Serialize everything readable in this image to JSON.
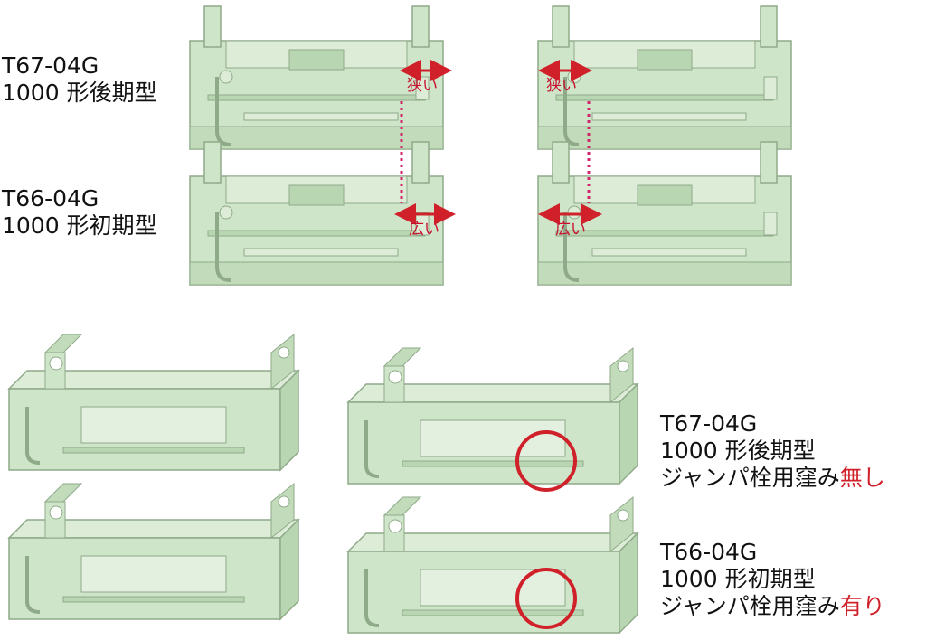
{
  "top_labels": [
    {
      "code": "T67-04G",
      "name": "1000 形後期型"
    },
    {
      "code": "T66-04G",
      "name": "1000 形初期型"
    }
  ],
  "gap_labels": {
    "narrow": "狭い",
    "wide": "広い"
  },
  "bottom_labels": [
    {
      "code": "T67-04G",
      "name": "1000 形後期型",
      "desc": "ジャンパ栓用窪み",
      "flag": "無し"
    },
    {
      "code": "T66-04G",
      "name": "1000 形初期型",
      "desc": "ジャンパ栓用窪み",
      "flag": "有り"
    }
  ],
  "colors": {
    "part_fill": "#cfe5c9",
    "part_stroke": "#8faa89",
    "accent": "#d0202a",
    "dotted": "#d2266b"
  }
}
